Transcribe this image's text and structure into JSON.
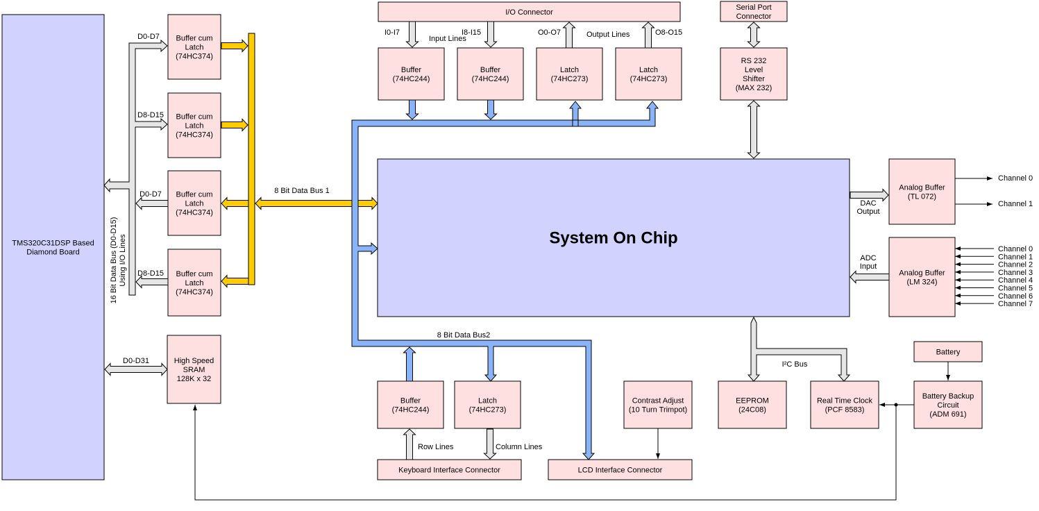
{
  "colors": {
    "block_fill": "#ffe0e0",
    "main_fill": "#d2d2fe",
    "gray_bus": "#e6e6e6",
    "yellow_bus": "#ffcc00",
    "blue_bus": "#8ab4f8",
    "stroke": "#000000"
  },
  "blocks": {
    "dsp_board": [
      "TMS320C31DSP Based",
      "Diamond Board"
    ],
    "latch1": [
      "Buffer cum",
      "Latch",
      "(74HC374)"
    ],
    "latch2": [
      "Buffer cum",
      "Latch",
      "(74HC374)"
    ],
    "latch3": [
      "Buffer cum",
      "Latch",
      "(74HC374)"
    ],
    "latch4": [
      "Buffer cum",
      "Latch",
      "(74HC374)"
    ],
    "sram": [
      "High Speed",
      "SRAM",
      "128K x 32"
    ],
    "io_connector": [
      "I/O Connector"
    ],
    "io_buffer1": [
      "Buffer",
      "(74HC244)"
    ],
    "io_buffer2": [
      "Buffer",
      "(74HC244)"
    ],
    "io_latch1": [
      "Latch",
      "(74HC273)"
    ],
    "io_latch2": [
      "Latch",
      "(74HC273)"
    ],
    "serial_connector": [
      "Serial Port",
      "Connector"
    ],
    "rs232": [
      "RS 232",
      "Level",
      "Shifter",
      "(MAX 232)"
    ],
    "soc": [
      "System On Chip"
    ],
    "analog_out": [
      "Analog Buffer",
      "(TL 072)"
    ],
    "analog_in": [
      "Analog Buffer",
      "(LM 324)"
    ],
    "kb_buffer": [
      "Buffer",
      "(74HC244)"
    ],
    "kb_latch": [
      "Latch",
      "(74HC273)"
    ],
    "kb_connector": [
      "Keyboard  Interface  Connector"
    ],
    "lcd_connector": [
      "LCD  Interface  Connector"
    ],
    "contrast": [
      "Contrast Adjust",
      "(10 Turn Trimpot)"
    ],
    "eeprom": [
      "EEPROM",
      "(24C08)"
    ],
    "rtc": [
      "Real Time Clock",
      "(PCF 8583)"
    ],
    "battery": [
      "Battery"
    ],
    "battery_backup": [
      "Battery Backup",
      "Circuit",
      "(ADM 691)"
    ]
  },
  "labels": {
    "d0_d7_top": "D0-D7",
    "d8_d15_top": "D8-D15",
    "d0_d7_bottom": "D0-D7",
    "d8_d15_bottom": "D8-D15",
    "d0_d31": "D0-D31",
    "bus16_line1": "16 Bit Data Bus (D0-D15)",
    "bus16_line2": "Using I/O Lines",
    "bus1": "8 Bit Data Bus 1",
    "bus2": "8 Bit Data Bus2",
    "i0_i7": "I0-I7",
    "i8_i15": "I8-I15",
    "input_lines": "Input Lines",
    "o0_o7": "O0-O7",
    "o8_o15": "O8-O15",
    "output_lines": "Output Lines",
    "dac_line1": "DAC",
    "dac_line2": "Output",
    "adc_line1": "ADC",
    "adc_line2": "Input",
    "i2c_bus": "I²C Bus",
    "row_lines": "Row Lines",
    "column_lines": "Column Lines"
  },
  "dac_channels": [
    "Channel 0",
    "Channel 1"
  ],
  "adc_channels": [
    "Channel 0",
    "Channel 1",
    "Channel 2",
    "Channel 3",
    "Channel 4",
    "Channel 5",
    "Channel 6",
    "Channel 7"
  ]
}
